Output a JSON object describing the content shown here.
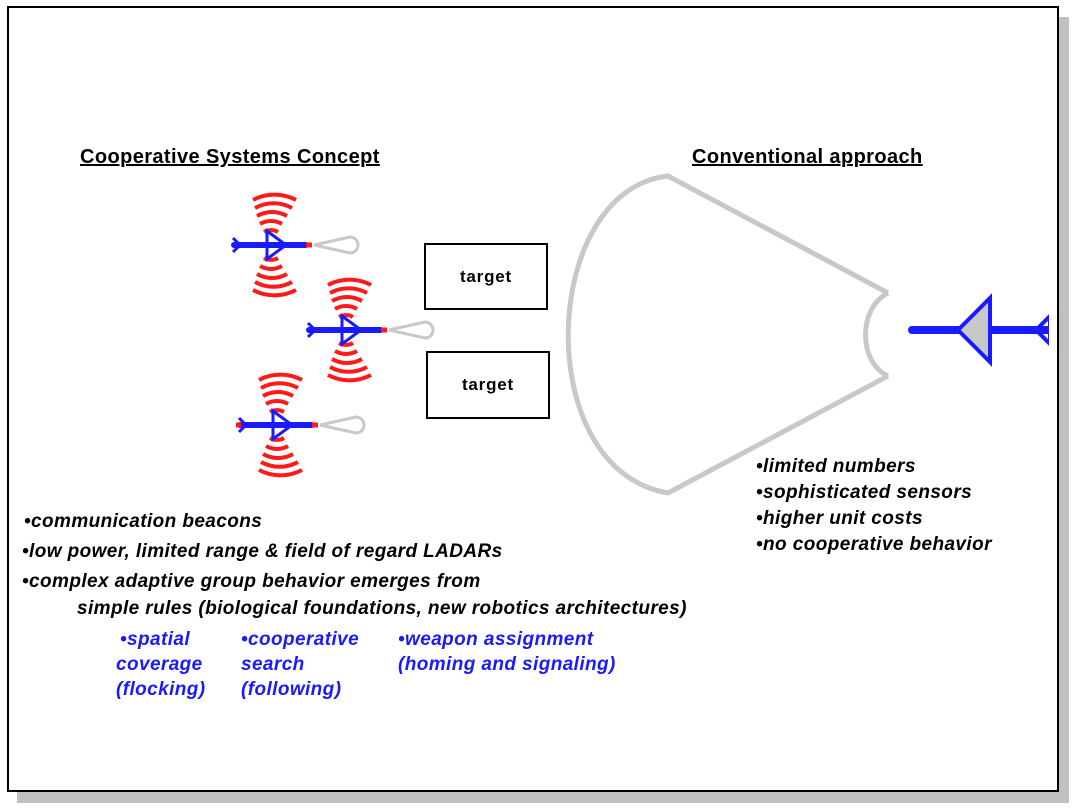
{
  "headings": {
    "cooperative": "Cooperative Systems Concept",
    "conventional": "Conventional approach"
  },
  "targets": [
    "target",
    "target"
  ],
  "left_bullets": [
    "•communication beacons",
    "•low power, limited range & field of regard LADARs",
    "•complex adaptive group behavior emerges from",
    "simple rules (biological foundations, new robotics architectures)"
  ],
  "behaviors": {
    "spatial": [
      "•spatial",
      "coverage",
      "(flocking)"
    ],
    "search": [
      "•cooperative",
      "search",
      "(following)"
    ],
    "weapon": [
      "•weapon assignment",
      "(homing and signaling)"
    ]
  },
  "right_bullets": [
    "•limited numbers",
    "•sophisticated sensors",
    "•higher unit costs",
    "•no cooperative behavior"
  ],
  "colors": {
    "aircraft": "#1a1aff",
    "signal": "#ff1a1a",
    "sensor_beam": "#c8c8c8",
    "text_blue": "#1a1aff"
  }
}
